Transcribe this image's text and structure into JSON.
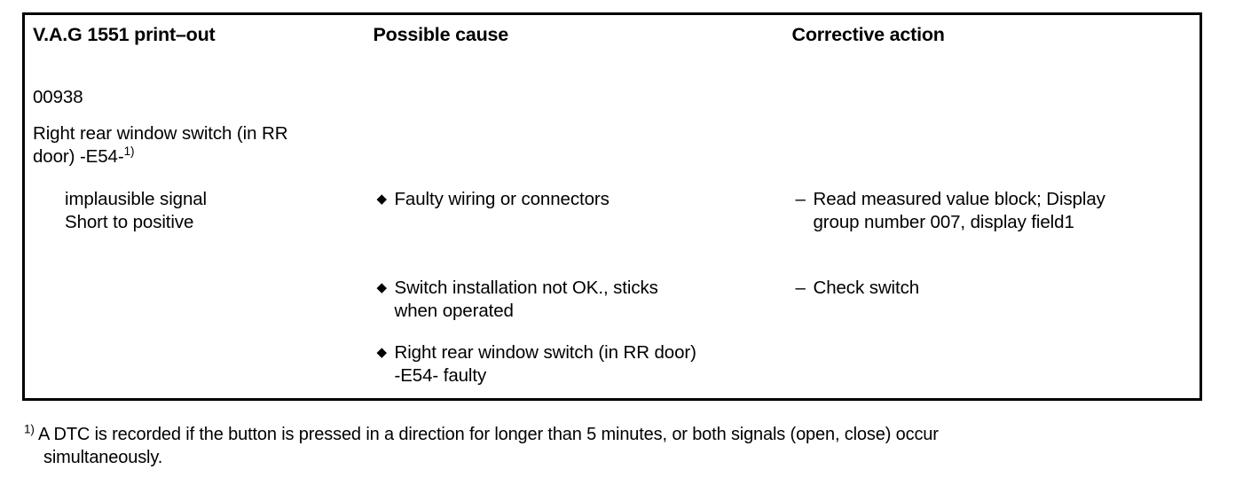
{
  "table": {
    "headers": [
      {
        "label": "V.A.G 1551 print–out"
      },
      {
        "label": "Possible cause"
      },
      {
        "label": "Corrective action"
      }
    ],
    "row": {
      "fault_code": "00938",
      "fault_description_line1": "Right rear window switch (in RR",
      "fault_description_line2": "door) -E54-",
      "fault_description_footnote_mark": "1)",
      "symptoms": [
        "implausible signal",
        "Short to positive"
      ],
      "possible_causes": [
        {
          "marker": "diamond-bullet",
          "line1": "Faulty wiring or connectors",
          "line2": ""
        },
        {
          "marker": "diamond-bullet",
          "line1": "Switch installation not OK., sticks",
          "line2": "when operated"
        },
        {
          "marker": "diamond-bullet",
          "line1": "Right rear window switch (in RR door)",
          "line2": "-E54- faulty"
        }
      ],
      "corrective_actions": [
        {
          "marker": "dash-bullet",
          "line1": "Read measured value block; Display",
          "line2": "group number  007, display field1"
        },
        {
          "marker": "dash-bullet",
          "line1": "Check switch",
          "line2": ""
        }
      ]
    }
  },
  "footnote": {
    "mark": "1)",
    "line1": "A DTC is recorded if the button is pressed in a direction for longer than 5 minutes, or both signals (open, close) occur",
    "line2": "simultaneously."
  },
  "glyphs": {
    "diamond": "◆",
    "dash": "–"
  },
  "colors": {
    "ink": "#000000",
    "paper": "#ffffff"
  }
}
